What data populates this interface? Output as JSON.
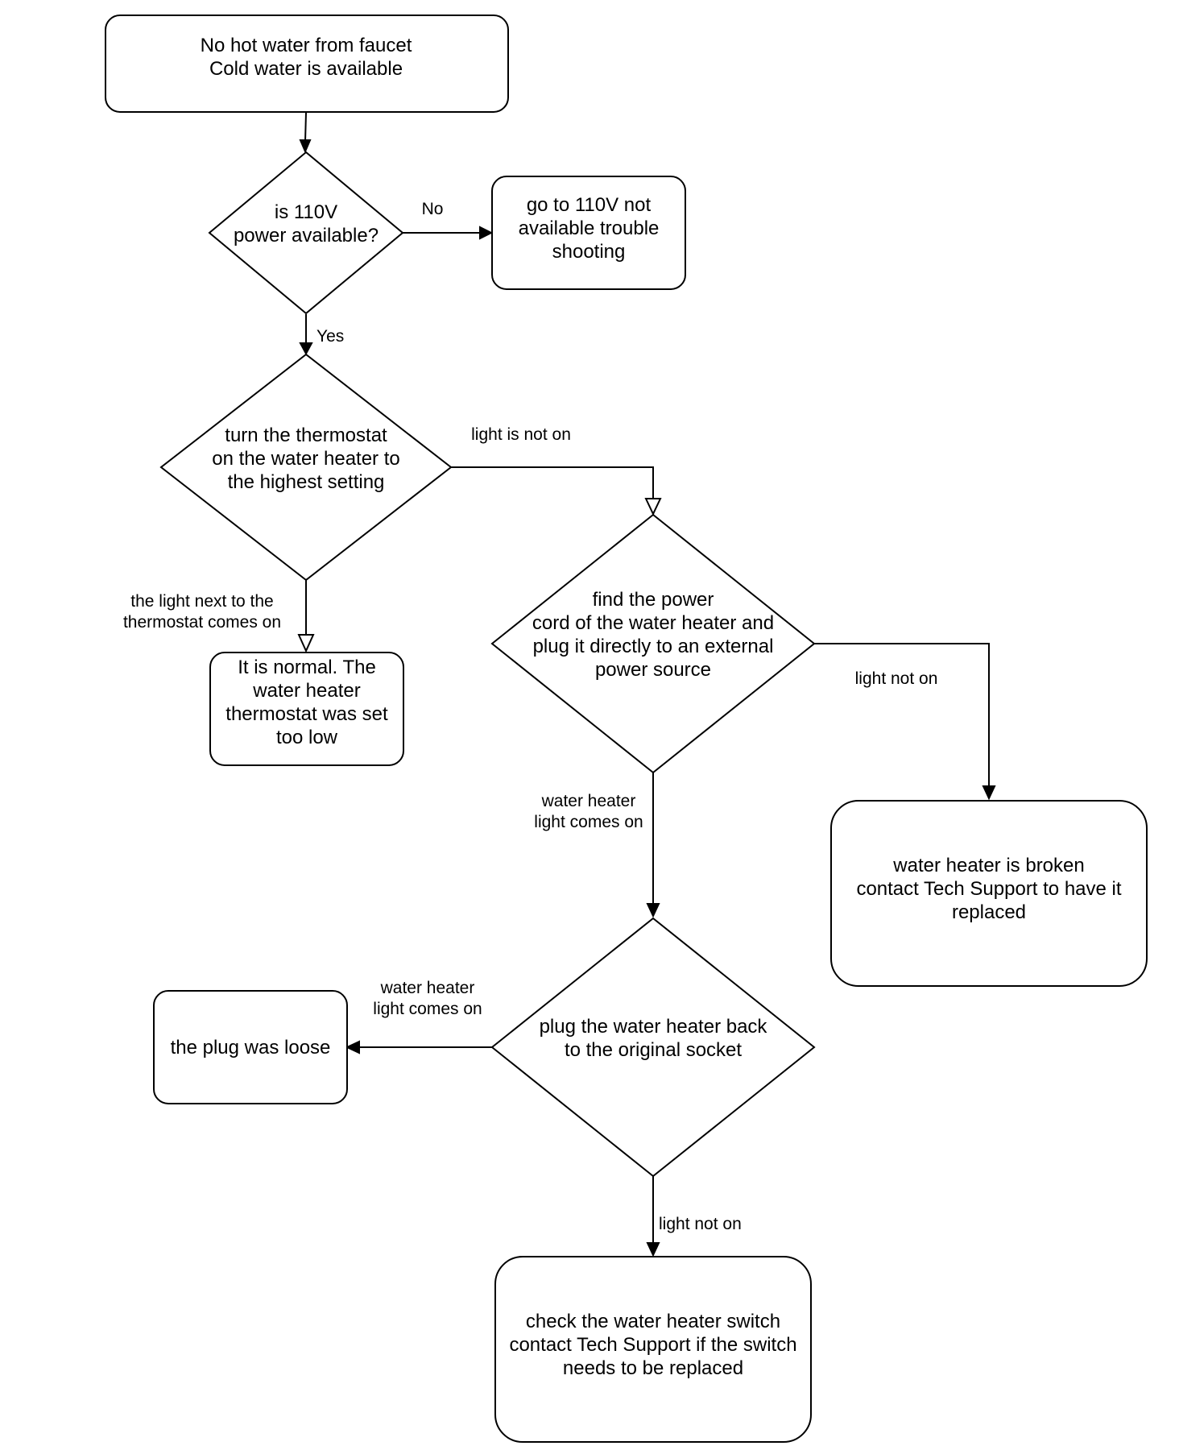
{
  "nodes": {
    "start": {
      "lines": [
        "No hot water from faucet",
        "Cold water is available"
      ]
    },
    "check_power": {
      "lines": [
        "is 110V",
        "power available?"
      ]
    },
    "no_power_goto": {
      "lines": [
        "go to 110V not",
        "available trouble",
        "shooting"
      ]
    },
    "thermostat": {
      "lines": [
        "turn the thermostat",
        "on the water heater to",
        "the highest setting"
      ]
    },
    "normal": {
      "lines": [
        "It is normal. The",
        "water heater",
        "thermostat was set",
        "too low"
      ]
    },
    "power_cord": {
      "lines": [
        "find the power",
        "cord of the water heater and",
        "plug it directly to an external",
        "power source"
      ]
    },
    "broken": {
      "lines": [
        "water heater is broken",
        "contact Tech Support to have it",
        "replaced"
      ]
    },
    "plug_back": {
      "lines": [
        "plug the water heater back",
        "to the original socket"
      ]
    },
    "loose": {
      "lines": [
        "the plug was loose"
      ]
    },
    "check_switch": {
      "lines": [
        "check the water heater switch",
        "contact Tech Support if the switch",
        "needs to be replaced"
      ]
    }
  },
  "edges": {
    "start_to_power": {
      "lines": []
    },
    "power_no": {
      "lines": [
        "No"
      ]
    },
    "power_yes": {
      "lines": [
        "Yes"
      ]
    },
    "thermo_light_not_on": {
      "lines": [
        "light is not on"
      ]
    },
    "thermo_light_on": {
      "lines": [
        "the light next to the",
        "thermostat comes on"
      ]
    },
    "cord_light_not_on": {
      "lines": [
        "light not on"
      ]
    },
    "cord_light_on": {
      "lines": [
        "water heater",
        "light comes on"
      ]
    },
    "plug_light_on": {
      "lines": [
        "water heater",
        "light comes on"
      ]
    },
    "plug_light_not_on": {
      "lines": [
        "light not on"
      ]
    }
  }
}
